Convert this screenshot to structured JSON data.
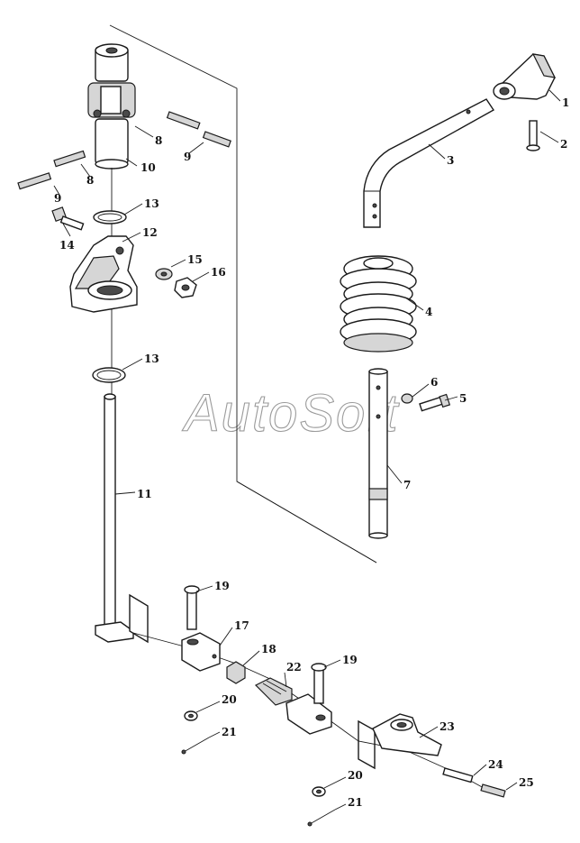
{
  "diagram": {
    "type": "exploded-parts-view",
    "watermark": "AutoSoft",
    "callouts": [
      "1",
      "2",
      "3",
      "4",
      "5",
      "6",
      "7",
      "8",
      "8",
      "9",
      "9",
      "10",
      "11",
      "12",
      "13",
      "13",
      "14",
      "15",
      "16",
      "17",
      "18",
      "19",
      "19",
      "20",
      "20",
      "21",
      "21",
      "22",
      "23",
      "24",
      "25"
    ]
  }
}
